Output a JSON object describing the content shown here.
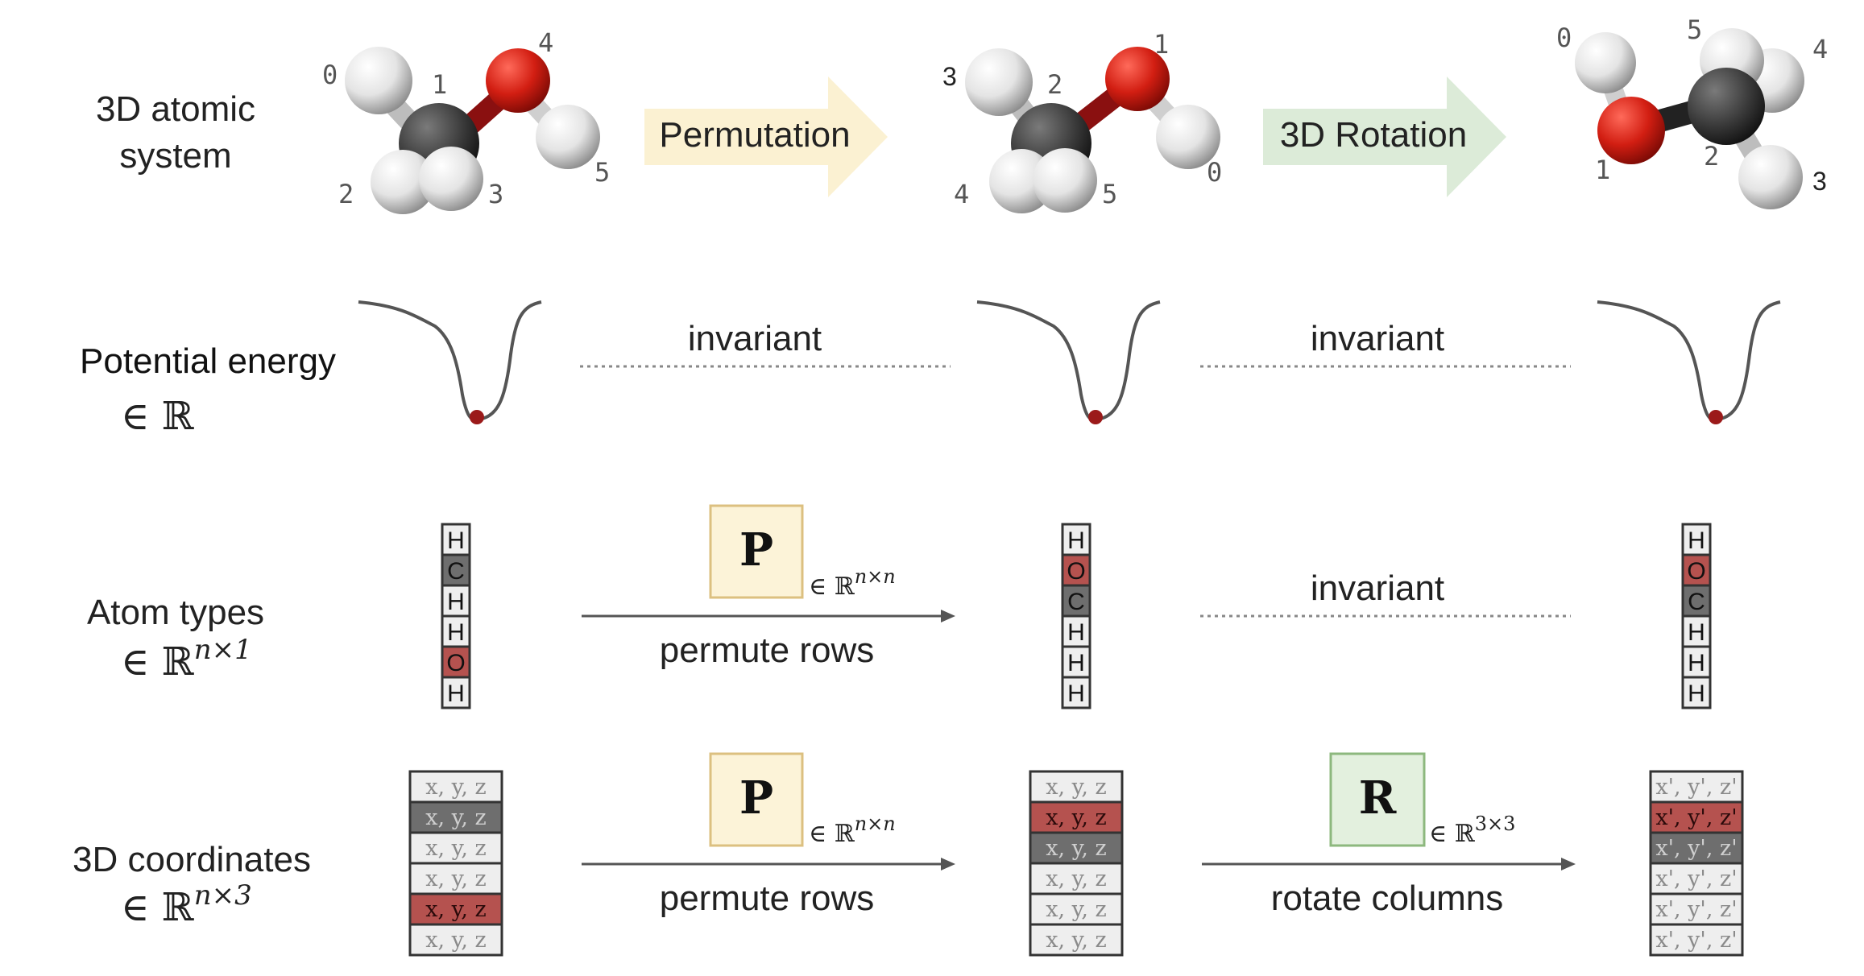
{
  "rows": {
    "system": {
      "line1": "3D atomic",
      "line2": "system"
    },
    "energy": {
      "label": "Potential energy",
      "space": "∈ ℝ"
    },
    "types": {
      "label": "Atom types",
      "space_base": "∈ ℝ",
      "space_sup": "n×1"
    },
    "coords": {
      "label": "3D coordinates",
      "space_base": "∈ ℝ",
      "space_sup": "n×3"
    }
  },
  "transforms": {
    "permutation": "Permutation",
    "rotation": "3D Rotation",
    "invariant": "invariant",
    "permute_rows": "permute rows",
    "rotate_columns": "rotate columns",
    "P_symbol": "P",
    "P_space_base": "∈ ℝ",
    "P_space_sup": "n×n",
    "R_symbol": "R",
    "R_space_base": "∈ ℝ",
    "R_space_sup": "3×3"
  },
  "molecule_labels": {
    "original": [
      "0",
      "1",
      "2",
      "3",
      "4",
      "5"
    ],
    "permuted": [
      "3",
      "2",
      "4",
      "5",
      "1",
      "0"
    ],
    "rotated": [
      "0",
      "5",
      "4",
      "1",
      "2",
      "3"
    ]
  },
  "atom_types": {
    "original": [
      "H",
      "C",
      "H",
      "H",
      "O",
      "H"
    ],
    "permuted": [
      "H",
      "O",
      "C",
      "H",
      "H",
      "H"
    ],
    "rotated": [
      "H",
      "O",
      "C",
      "H",
      "H",
      "H"
    ]
  },
  "coordinates": {
    "original": [
      "x, y, z",
      "x, y, z",
      "x, y, z",
      "x, y, z",
      "x, y, z",
      "x, y, z"
    ],
    "permuted": [
      "x, y, z",
      "x, y, z",
      "x, y, z",
      "x, y, z",
      "x, y, z",
      "x, y, z"
    ],
    "rotated": [
      "x', y', z'",
      "x', y', z'",
      "x', y', z'",
      "x', y', z'",
      "x', y', z'",
      "x', y', z'"
    ]
  },
  "colors": {
    "hydrogen_cell": "#eeeeee",
    "carbon_cell": "#6e6e6e",
    "oxygen_cell": "#b5524f",
    "permutation_arrow": "#fbf1d2",
    "rotation_arrow": "#dcebd8",
    "p_box_fill": "#fcf3d8",
    "p_box_stroke": "#dcc080",
    "r_box_fill": "#e3f0de",
    "r_box_stroke": "#8db87e",
    "energy_dot": "#9b1a1a"
  }
}
